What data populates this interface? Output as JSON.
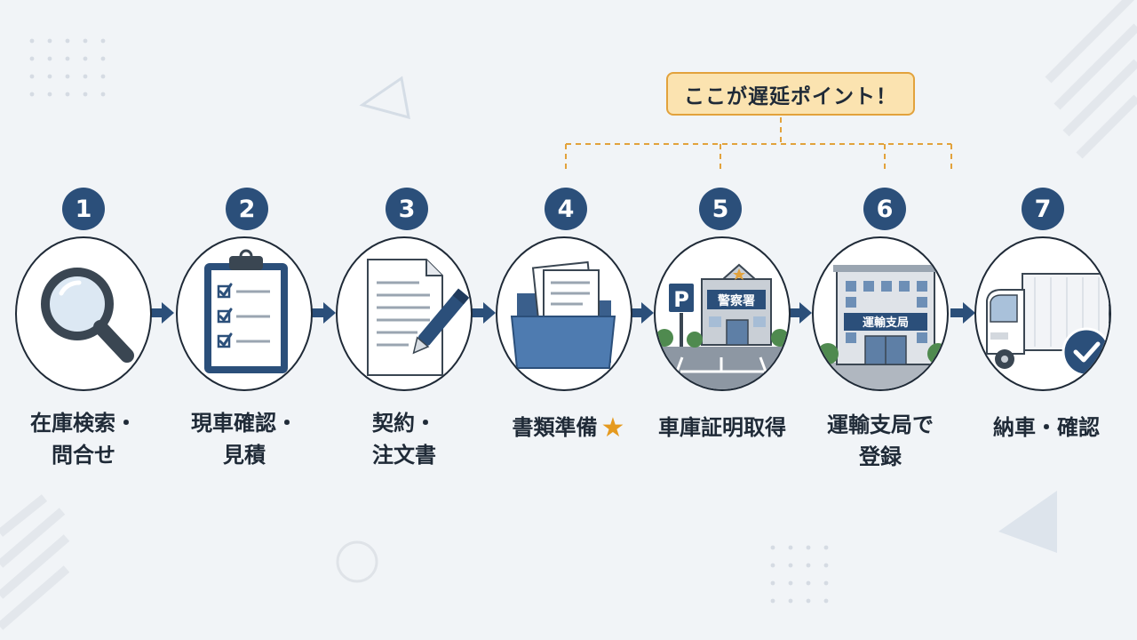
{
  "callout": {
    "text": "ここが遅延ポイント！"
  },
  "steps": [
    {
      "number": "1",
      "line1": "在庫検索・",
      "line2": "問合せ",
      "icon": "magnifier-icon"
    },
    {
      "number": "2",
      "line1": "現車確認・",
      "line2": "見積",
      "icon": "clipboard-checklist-icon"
    },
    {
      "number": "3",
      "line1": "契約・",
      "line2": "注文書",
      "icon": "contract-pen-icon"
    },
    {
      "number": "4",
      "line1": "書類準備",
      "line2": "",
      "icon": "document-folder-icon",
      "starred": true
    },
    {
      "number": "5",
      "line1": "車庫証明取得",
      "line2": "",
      "icon": "police-station-parking-icon",
      "sign": "警察署",
      "parking": "P"
    },
    {
      "number": "6",
      "line1": "運輸支局で",
      "line2": "登録",
      "icon": "transport-office-building-icon",
      "sign": "運輸支局"
    },
    {
      "number": "7",
      "line1": "納車・確認",
      "line2": "",
      "icon": "truck-check-icon"
    }
  ],
  "colors": {
    "navy": "#2b4f7a",
    "accent_orange": "#e2a23c",
    "callout_fill": "#fbe3b0",
    "star": "#e59a1f",
    "background": "#f1f4f7"
  }
}
